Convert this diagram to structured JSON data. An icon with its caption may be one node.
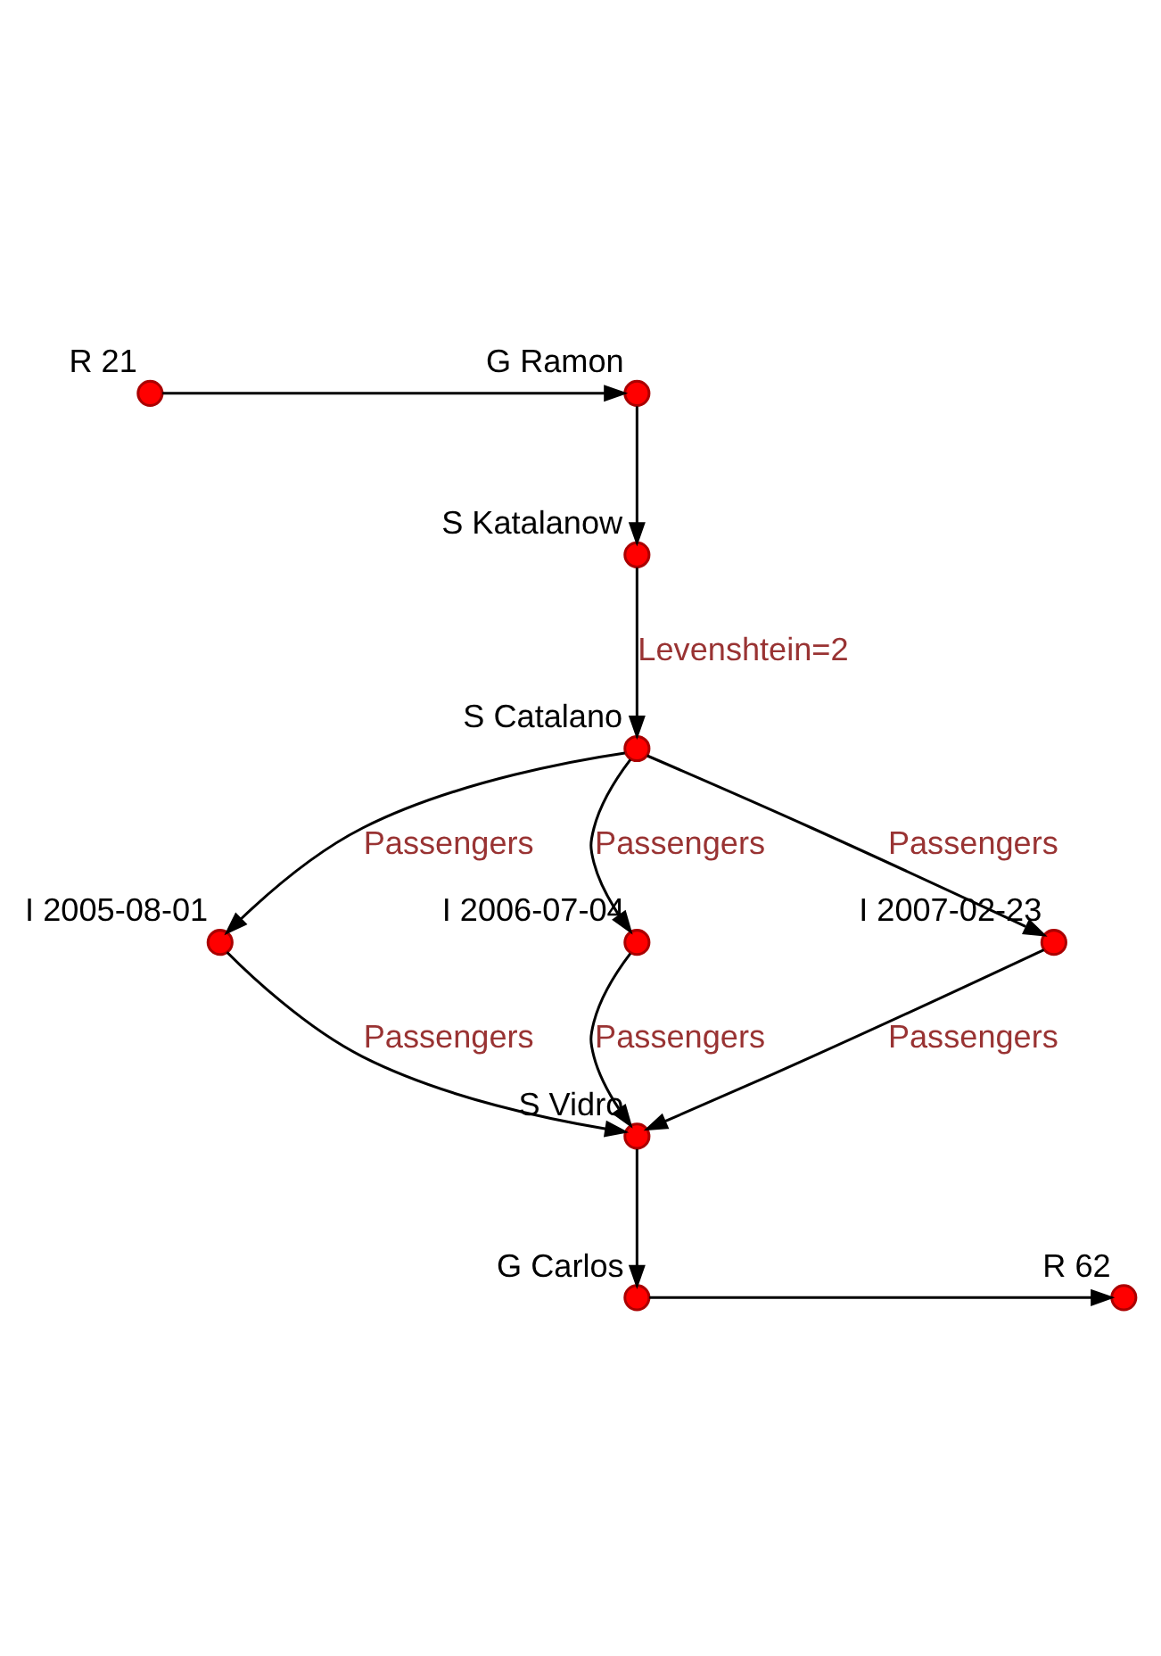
{
  "diagram": {
    "nodes": [
      {
        "text": [],
        "shape": "circle",
        "beside": [
          "R 21"
        ]
      },
      {
        "text": [],
        "shape": "circle",
        "beside": [
          "G Ramon"
        ]
      },
      {
        "text": [],
        "shape": "circle",
        "beside": [
          "S Katalanow"
        ]
      },
      {
        "text": [],
        "shape": "circle",
        "beside": [
          "S Catalano"
        ]
      },
      {
        "text": [],
        "shape": "circle",
        "beside": [
          "I 2005-08-01"
        ]
      },
      {
        "text": [],
        "shape": "circle",
        "beside": [
          "I 2006-07-04"
        ]
      },
      {
        "text": [],
        "shape": "circle",
        "beside": [
          "I 2007-02-23"
        ]
      },
      {
        "text": [],
        "shape": "circle",
        "beside": [
          "S Vidro"
        ]
      },
      {
        "text": [],
        "shape": "circle",
        "beside": [
          "G Carlos"
        ]
      },
      {
        "text": [],
        "shape": "circle",
        "beside": [
          "R 62"
        ]
      }
    ],
    "edges": [
      {
        "from": 0,
        "to": 1,
        "arrow": "to"
      },
      {
        "from": 1,
        "to": 2,
        "arrow": "to"
      },
      {
        "from": 2,
        "to": 3,
        "arrow": "to",
        "label": "Levenshtein=2"
      },
      {
        "from": 3,
        "to": 4,
        "arrow": "to",
        "label": "Passengers"
      },
      {
        "from": 3,
        "to": 5,
        "arrow": "to",
        "label": "Passengers"
      },
      {
        "from": 3,
        "to": 6,
        "arrow": "to",
        "label": "Passengers"
      },
      {
        "from": 4,
        "to": 7,
        "arrow": "to",
        "label": "Passengers"
      },
      {
        "from": 5,
        "to": 7,
        "arrow": "to",
        "label": "Passengers"
      },
      {
        "from": 6,
        "to": 7,
        "arrow": "to",
        "label": "Passengers"
      },
      {
        "from": 7,
        "to": 8,
        "arrow": "to"
      },
      {
        "from": 8,
        "to": 9,
        "arrow": "to"
      }
    ]
  }
}
